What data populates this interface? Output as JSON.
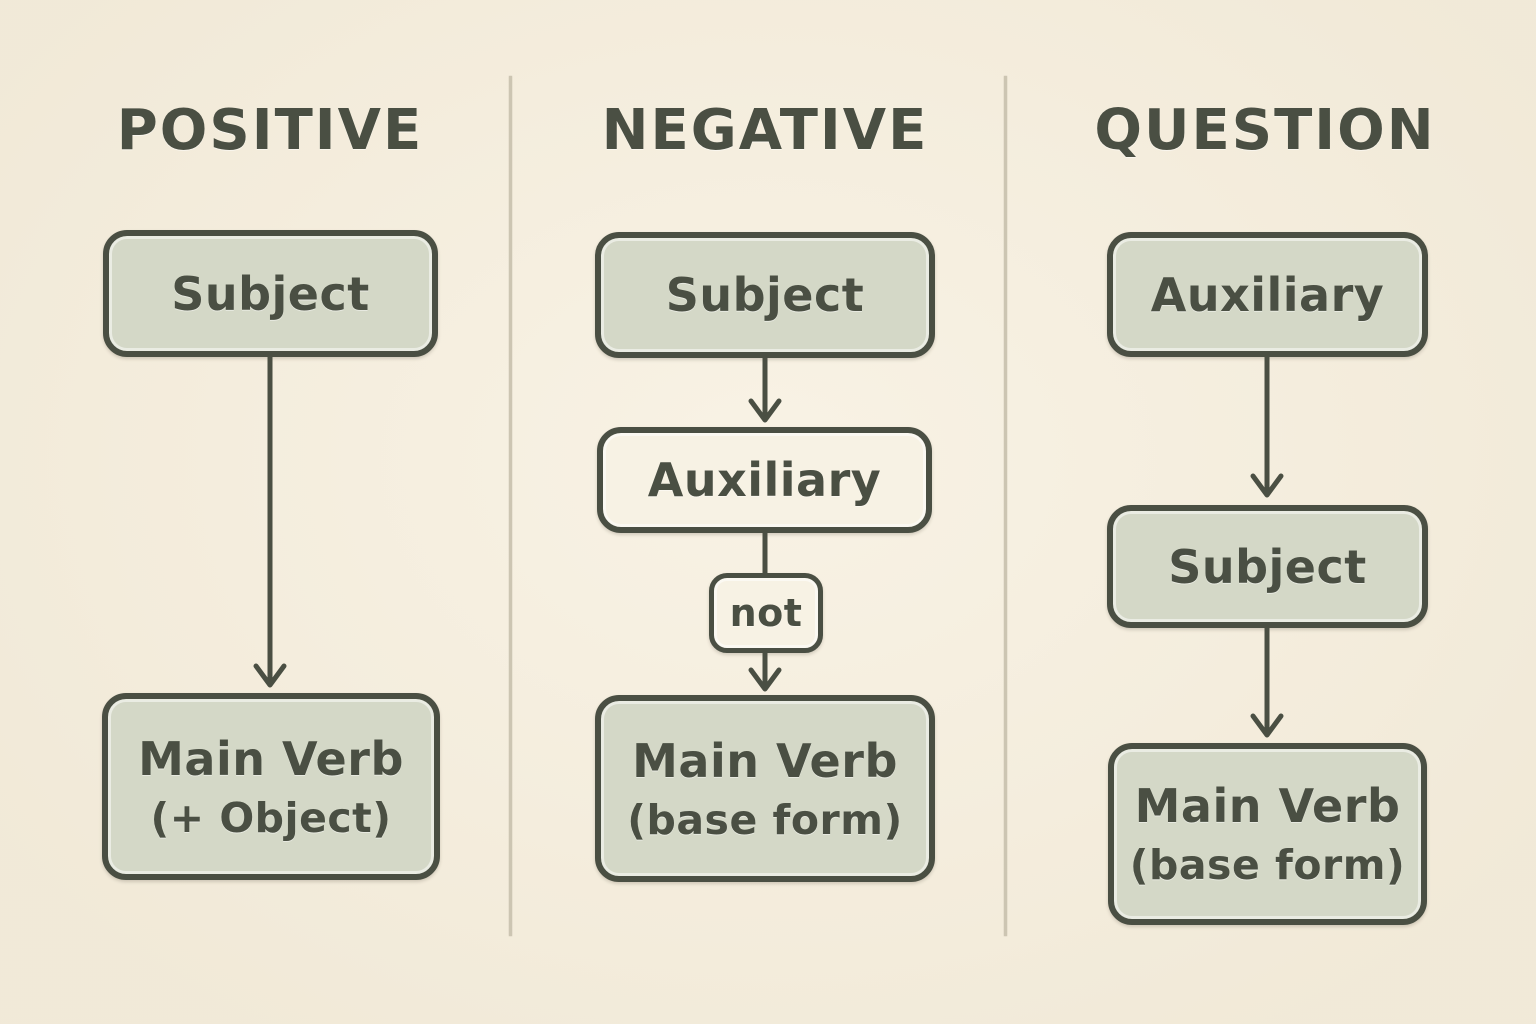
{
  "theme": {
    "background": "#f6eedc",
    "panel_green": "#d4d8c7",
    "panel_cream": "#f7f2e4",
    "ink": "#4a4f43",
    "divider": "#ccc5b2"
  },
  "columns": [
    {
      "title": "POSITIVE",
      "nodes": {
        "subject": "Subject",
        "main_verb": "Main Verb",
        "main_verb_sub": "(+ Object)"
      }
    },
    {
      "title": "NEGATIVE",
      "nodes": {
        "subject": "Subject",
        "auxiliary": "Auxiliary",
        "not": "not",
        "main_verb": "Main Verb",
        "main_verb_sub": "(base form)"
      }
    },
    {
      "title": "QUESTION",
      "nodes": {
        "auxiliary": "Auxiliary",
        "subject": "Subject",
        "main_verb": "Main Verb",
        "main_verb_sub": "(base form)"
      }
    }
  ]
}
